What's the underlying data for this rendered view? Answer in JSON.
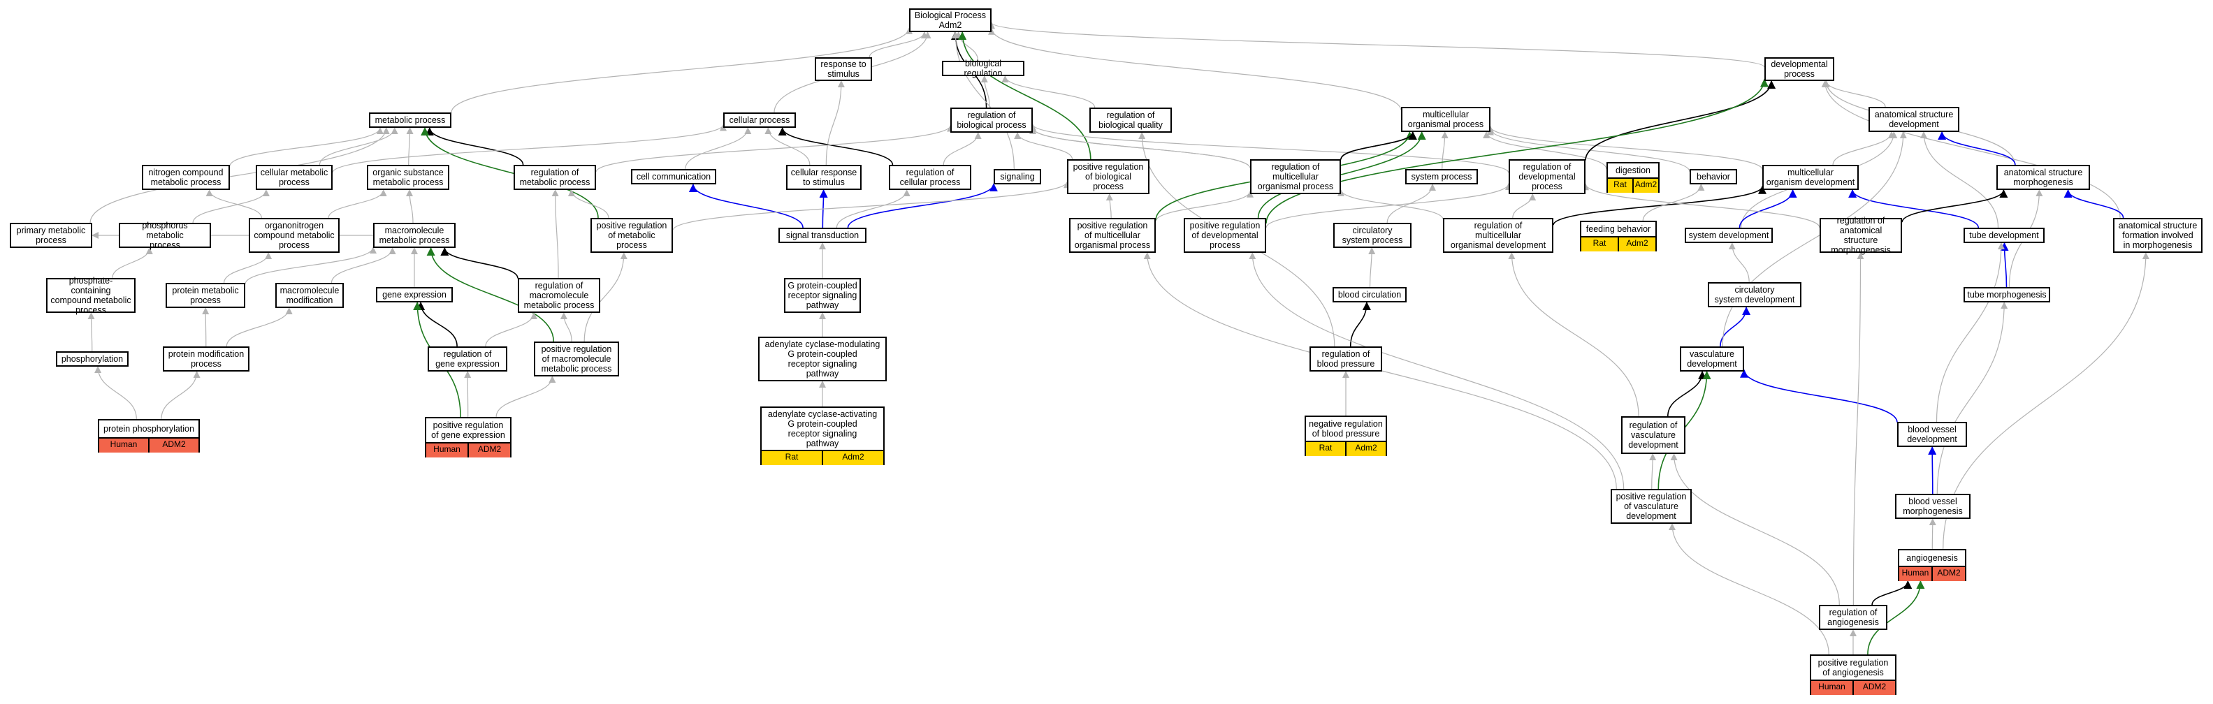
{
  "colors": {
    "grey_edge": "#b3b3b3",
    "black_edge": "#000000",
    "blue_edge": "#0000ee",
    "green_edge": "#1f7a1f",
    "human_fill": "#f2644a",
    "rat_fill": "#ffd700"
  },
  "nodes": {
    "bp": {
      "label": "Biological Process\nAdm2"
    },
    "response_stimulus": {
      "label": "response to\nstimulus"
    },
    "bio_reg": {
      "label": "biological regulation"
    },
    "developmental_process": {
      "label": "developmental\nprocess"
    },
    "metabolic_process": {
      "label": "metabolic process"
    },
    "cellular_process": {
      "label": "cellular process"
    },
    "reg_bio_process": {
      "label": "regulation of\nbiological process"
    },
    "reg_bio_quality": {
      "label": "regulation of\nbiological quality"
    },
    "multicellular_organismal_process": {
      "label": "multicellular\norganismal process"
    },
    "anatomical_structure_development": {
      "label": "anatomical structure\ndevelopment"
    },
    "nitrogen_compound": {
      "label": "nitrogen compound\nmetabolic process"
    },
    "cellular_metabolic": {
      "label": "cellular metabolic\nprocess"
    },
    "organic_substance": {
      "label": "organic substance\nmetabolic process"
    },
    "reg_metabolic": {
      "label": "regulation of\nmetabolic process"
    },
    "cell_communication": {
      "label": "cell communication"
    },
    "cellular_response": {
      "label": "cellular response\nto stimulus"
    },
    "reg_cellular_process": {
      "label": "regulation of\ncellular process"
    },
    "signaling": {
      "label": "signaling"
    },
    "pos_reg_bio_process": {
      "label": "positive regulation\nof biological\nprocess"
    },
    "reg_multicellular": {
      "label": "regulation of\nmulticellular\norganismal process"
    },
    "system_process": {
      "label": "system process"
    },
    "reg_developmental": {
      "label": "regulation of\ndevelopmental\nprocess"
    },
    "digestion": {
      "label": "digestion",
      "annotations": [
        "Rat",
        "Adm2"
      ],
      "fill": "#ffd700"
    },
    "behavior": {
      "label": "behavior"
    },
    "multicellular_organism_development": {
      "label": "multicellular\norganism development"
    },
    "anatomical_structure_morphogenesis": {
      "label": "anatomical structure\nmorphogenesis"
    },
    "primary_metabolic": {
      "label": "primary metabolic\nprocess"
    },
    "phosphorus_metabolic": {
      "label": "phosphorus metabolic\nprocess"
    },
    "organonitrogen": {
      "label": "organonitrogen\ncompound metabolic\nprocess"
    },
    "macromolecule_metabolic": {
      "label": "macromolecule\nmetabolic process"
    },
    "pos_reg_metabolic": {
      "label": "positive regulation\nof metabolic\nprocess"
    },
    "signal_transduction": {
      "label": "signal transduction"
    },
    "pos_reg_multicellular": {
      "label": "positive regulation\nof multicellular\norganismal process"
    },
    "pos_reg_developmental": {
      "label": "positive regulation\nof developmental\nprocess"
    },
    "circulatory_system_process": {
      "label": "circulatory\nsystem process"
    },
    "reg_multicellular_dev": {
      "label": "regulation of\nmulticellular\norganismal development"
    },
    "feeding_behavior": {
      "label": "feeding behavior",
      "annotations": [
        "Rat",
        "Adm2"
      ],
      "fill": "#ffd700"
    },
    "system_development": {
      "label": "system development"
    },
    "reg_anatomical_morphogenesis": {
      "label": "regulation of\nanatomical structure\nmorphogenesis"
    },
    "tube_development": {
      "label": "tube development"
    },
    "formation_morphogenesis": {
      "label": "anatomical structure\nformation involved\nin morphogenesis"
    },
    "phosphate_containing": {
      "label": "phosphate-containing\ncompound metabolic\nprocess"
    },
    "protein_metabolic": {
      "label": "protein metabolic\nprocess"
    },
    "macromolecule_modification": {
      "label": "macromolecule\nmodification"
    },
    "gene_expression": {
      "label": "gene expression"
    },
    "reg_macromolecule_metabolic": {
      "label": "regulation of\nmacromolecule\nmetabolic process"
    },
    "gpcr_pathway": {
      "label": "G protein-coupled\nreceptor signaling\npathway"
    },
    "blood_circulation": {
      "label": "blood circulation"
    },
    "circulatory_system_development": {
      "label": "circulatory\nsystem development"
    },
    "tube_morphogenesis": {
      "label": "tube morphogenesis"
    },
    "phosphorylation": {
      "label": "phosphorylation"
    },
    "protein_modification": {
      "label": "protein modification\nprocess"
    },
    "reg_gene_expression": {
      "label": "regulation of\ngene expression"
    },
    "pos_reg_macromolecule": {
      "label": "positive regulation\nof macromolecule\nmetabolic process"
    },
    "ac_modulating": {
      "label": "adenylate cyclase-modulating\nG protein-coupled\nreceptor signaling\npathway"
    },
    "reg_blood_pressure": {
      "label": "regulation of\nblood pressure"
    },
    "vasculature_development": {
      "label": "vasculature\ndevelopment"
    },
    "protein_phosphorylation": {
      "label": "protein phosphorylation",
      "annotations": [
        "Human",
        "ADM2"
      ],
      "fill": "#f2644a"
    },
    "pos_reg_gene_expression": {
      "label": "positive regulation\nof gene expression",
      "annotations": [
        "Human",
        "ADM2"
      ],
      "fill": "#f2644a"
    },
    "ac_activating": {
      "label": "adenylate cyclase-activating\nG protein-coupled\nreceptor signaling\npathway",
      "annotations": [
        "Rat",
        "Adm2"
      ],
      "fill": "#ffd700"
    },
    "neg_reg_blood_pressure": {
      "label": "negative regulation\nof blood pressure",
      "annotations": [
        "Rat",
        "Adm2"
      ],
      "fill": "#ffd700"
    },
    "reg_vasculature_development": {
      "label": "regulation of\nvasculature\ndevelopment"
    },
    "blood_vessel_development": {
      "label": "blood vessel\ndevelopment"
    },
    "pos_reg_vasculature": {
      "label": "positive regulation\nof vasculature\ndevelopment"
    },
    "blood_vessel_morphogenesis": {
      "label": "blood vessel\nmorphogenesis"
    },
    "angiogenesis": {
      "label": "angiogenesis",
      "annotations": [
        "Human",
        "ADM2"
      ],
      "fill": "#f2644a"
    },
    "reg_angiogenesis": {
      "label": "regulation of\nangiogenesis"
    },
    "pos_reg_angiogenesis": {
      "label": "positive regulation\nof angiogenesis",
      "annotations": [
        "Human",
        "ADM2"
      ],
      "fill": "#f2644a"
    }
  },
  "edges": [
    {
      "from": "response_stimulus",
      "to": "bp",
      "type": "is_a"
    },
    {
      "from": "bio_reg",
      "to": "bp",
      "type": "is_a"
    },
    {
      "from": "developmental_process",
      "to": "bp",
      "type": "is_a"
    },
    {
      "from": "metabolic_process",
      "to": "bp",
      "type": "is_a"
    },
    {
      "from": "cellular_process",
      "to": "bp",
      "type": "is_a"
    },
    {
      "from": "multicellular_organismal_process",
      "to": "bp",
      "type": "is_a"
    },
    {
      "from": "reg_bio_process",
      "to": "bp",
      "type": "regulates"
    },
    {
      "from": "pos_reg_bio_process",
      "to": "bp",
      "type": "positively_regulates"
    },
    {
      "from": "reg_bio_process",
      "to": "bio_reg",
      "type": "is_a"
    },
    {
      "from": "reg_bio_quality",
      "to": "bio_reg",
      "type": "is_a"
    },
    {
      "from": "cellular_response",
      "to": "response_stimulus",
      "type": "is_a"
    },
    {
      "from": "nitrogen_compound",
      "to": "metabolic_process",
      "type": "is_a"
    },
    {
      "from": "cellular_metabolic",
      "to": "metabolic_process",
      "type": "is_a"
    },
    {
      "from": "organic_substance",
      "to": "metabolic_process",
      "type": "is_a"
    },
    {
      "from": "primary_metabolic",
      "to": "metabolic_process",
      "type": "is_a"
    },
    {
      "from": "reg_metabolic",
      "to": "metabolic_process",
      "type": "regulates"
    },
    {
      "from": "pos_reg_metabolic",
      "to": "metabolic_process",
      "type": "positively_regulates"
    },
    {
      "from": "cellular_metabolic",
      "to": "cellular_process",
      "type": "is_a"
    },
    {
      "from": "cell_communication",
      "to": "cellular_process",
      "type": "is_a"
    },
    {
      "from": "cellular_response",
      "to": "cellular_process",
      "type": "is_a"
    },
    {
      "from": "reg_cellular_process",
      "to": "cellular_process",
      "type": "regulates"
    },
    {
      "from": "reg_metabolic",
      "to": "reg_bio_process",
      "type": "is_a"
    },
    {
      "from": "reg_cellular_process",
      "to": "reg_bio_process",
      "type": "is_a"
    },
    {
      "from": "pos_reg_bio_process",
      "to": "reg_bio_process",
      "type": "is_a"
    },
    {
      "from": "reg_multicellular",
      "to": "reg_bio_process",
      "type": "is_a"
    },
    {
      "from": "reg_developmental",
      "to": "reg_bio_process",
      "type": "is_a"
    },
    {
      "from": "reg_blood_pressure",
      "to": "reg_bio_quality",
      "type": "is_a"
    },
    {
      "from": "system_process",
      "to": "multicellular_organismal_process",
      "type": "is_a"
    },
    {
      "from": "behavior",
      "to": "multicellular_organismal_process",
      "type": "is_a"
    },
    {
      "from": "digestion",
      "to": "multicellular_organismal_process",
      "type": "is_a"
    },
    {
      "from": "multicellular_organism_development",
      "to": "multicellular_organismal_process",
      "type": "is_a"
    },
    {
      "from": "reg_multicellular",
      "to": "multicellular_organismal_process",
      "type": "regulates"
    },
    {
      "from": "pos_reg_developmental",
      "to": "multicellular_organismal_process",
      "type": "positively_regulates"
    },
    {
      "from": "anatomical_structure_development",
      "to": "developmental_process",
      "type": "is_a"
    },
    {
      "from": "anatomical_structure_morphogenesis",
      "to": "developmental_process",
      "type": "is_a"
    },
    {
      "from": "formation_morphogenesis",
      "to": "developmental_process",
      "type": "is_a"
    },
    {
      "from": "reg_developmental",
      "to": "developmental_process",
      "type": "regulates"
    },
    {
      "from": "multicellular_organism_development",
      "to": "anatomical_structure_development",
      "type": "is_a"
    },
    {
      "from": "anatomical_structure_morphogenesis",
      "to": "anatomical_structure_development",
      "type": "part_of"
    },
    {
      "from": "tube_development",
      "to": "anatomical_structure_development",
      "type": "is_a"
    },
    {
      "from": "system_development",
      "to": "anatomical_structure_development",
      "type": "is_a"
    },
    {
      "from": "formation_morphogenesis",
      "to": "anatomical_structure_morphogenesis",
      "type": "part_of"
    },
    {
      "from": "tube_morphogenesis",
      "to": "anatomical_structure_morphogenesis",
      "type": "is_a"
    },
    {
      "from": "system_development",
      "to": "multicellular_organism_development",
      "type": "part_of"
    },
    {
      "from": "tube_development",
      "to": "multicellular_organism_development",
      "type": "part_of"
    },
    {
      "from": "reg_multicellular_dev",
      "to": "multicellular_organism_development",
      "type": "regulates"
    },
    {
      "from": "signaling",
      "to": "bp",
      "type": "is_a"
    },
    {
      "from": "signal_transduction",
      "to": "cell_communication",
      "type": "part_of"
    },
    {
      "from": "signal_transduction",
      "to": "cellular_response",
      "type": "part_of"
    },
    {
      "from": "signal_transduction",
      "to": "signaling",
      "type": "part_of"
    },
    {
      "from": "signal_transduction",
      "to": "reg_cellular_process",
      "type": "is_a"
    },
    {
      "from": "reg_multicellular",
      "to": "reg_bio_process",
      "type": "is_a"
    },
    {
      "from": "organonitrogen",
      "to": "nitrogen_compound",
      "type": "is_a"
    },
    {
      "from": "organonitrogen",
      "to": "organic_substance",
      "type": "is_a"
    },
    {
      "from": "macromolecule_metabolic",
      "to": "organic_substance",
      "type": "is_a"
    },
    {
      "from": "macromolecule_metabolic",
      "to": "primary_metabolic",
      "type": "is_a"
    },
    {
      "from": "phosphorus_metabolic",
      "to": "cellular_metabolic",
      "type": "is_a"
    },
    {
      "from": "pos_reg_metabolic",
      "to": "reg_metabolic",
      "type": "is_a"
    },
    {
      "from": "pos_reg_metabolic",
      "to": "pos_reg_bio_process",
      "type": "is_a"
    },
    {
      "from": "reg_macromolecule_metabolic",
      "to": "reg_metabolic",
      "type": "is_a"
    },
    {
      "from": "reg_macromolecule_metabolic",
      "to": "macromolecule_metabolic",
      "type": "regulates"
    },
    {
      "from": "pos_reg_macromolecule",
      "to": "pos_reg_metabolic",
      "type": "is_a"
    },
    {
      "from": "pos_reg_macromolecule",
      "to": "reg_macromolecule_metabolic",
      "type": "is_a"
    },
    {
      "from": "pos_reg_macromolecule",
      "to": "macromolecule_metabolic",
      "type": "positively_regulates"
    },
    {
      "from": "gene_expression",
      "to": "macromolecule_metabolic",
      "type": "is_a"
    },
    {
      "from": "reg_gene_expression",
      "to": "gene_expression",
      "type": "regulates"
    },
    {
      "from": "reg_gene_expression",
      "to": "reg_macromolecule_metabolic",
      "type": "is_a"
    },
    {
      "from": "pos_reg_gene_expression",
      "to": "gene_expression",
      "type": "positively_regulates"
    },
    {
      "from": "pos_reg_gene_expression",
      "to": "reg_gene_expression",
      "type": "is_a"
    },
    {
      "from": "pos_reg_gene_expression",
      "to": "pos_reg_macromolecule",
      "type": "is_a"
    },
    {
      "from": "phosphate_containing",
      "to": "phosphorus_metabolic",
      "type": "is_a"
    },
    {
      "from": "protein_metabolic",
      "to": "organonitrogen",
      "type": "is_a"
    },
    {
      "from": "protein_metabolic",
      "to": "macromolecule_metabolic",
      "type": "is_a"
    },
    {
      "from": "macromolecule_modification",
      "to": "macromolecule_metabolic",
      "type": "is_a"
    },
    {
      "from": "protein_modification",
      "to": "protein_metabolic",
      "type": "is_a"
    },
    {
      "from": "protein_modification",
      "to": "macromolecule_modification",
      "type": "is_a"
    },
    {
      "from": "phosphorylation",
      "to": "phosphate_containing",
      "type": "is_a"
    },
    {
      "from": "protein_phosphorylation",
      "to": "phosphorylation",
      "type": "is_a"
    },
    {
      "from": "protein_phosphorylation",
      "to": "protein_modification",
      "type": "is_a"
    },
    {
      "from": "gpcr_pathway",
      "to": "signal_transduction",
      "type": "is_a"
    },
    {
      "from": "ac_modulating",
      "to": "gpcr_pathway",
      "type": "is_a"
    },
    {
      "from": "ac_activating",
      "to": "ac_modulating",
      "type": "is_a"
    },
    {
      "from": "pos_reg_multicellular",
      "to": "pos_reg_bio_process",
      "type": "is_a"
    },
    {
      "from": "pos_reg_multicellular",
      "to": "reg_multicellular",
      "type": "is_a"
    },
    {
      "from": "pos_reg_multicellular",
      "to": "multicellular_organismal_process",
      "type": "positively_regulates"
    },
    {
      "from": "pos_reg_developmental",
      "to": "reg_developmental",
      "type": "is_a"
    },
    {
      "from": "pos_reg_developmental",
      "to": "developmental_process",
      "type": "positively_regulates"
    },
    {
      "from": "circulatory_system_process",
      "to": "system_process",
      "type": "is_a"
    },
    {
      "from": "blood_circulation",
      "to": "circulatory_system_process",
      "type": "is_a"
    },
    {
      "from": "reg_blood_pressure",
      "to": "blood_circulation",
      "type": "regulates"
    },
    {
      "from": "neg_reg_blood_pressure",
      "to": "reg_blood_pressure",
      "type": "is_a"
    },
    {
      "from": "reg_multicellular_dev",
      "to": "reg_multicellular",
      "type": "is_a"
    },
    {
      "from": "reg_multicellular_dev",
      "to": "reg_developmental",
      "type": "is_a"
    },
    {
      "from": "reg_multicellular",
      "to": "multicellular_organismal_process",
      "type": "regulates"
    },
    {
      "from": "feeding_behavior",
      "to": "behavior",
      "type": "is_a"
    },
    {
      "from": "reg_anatomical_morphogenesis",
      "to": "anatomical_structure_morphogenesis",
      "type": "regulates"
    },
    {
      "from": "reg_anatomical_morphogenesis",
      "to": "reg_developmental",
      "type": "is_a"
    },
    {
      "from": "circulatory_system_development",
      "to": "system_development",
      "type": "is_a"
    },
    {
      "from": "vasculature_development",
      "to": "circulatory_system_development",
      "type": "part_of"
    },
    {
      "from": "vasculature_development",
      "to": "anatomical_structure_development",
      "type": "is_a"
    },
    {
      "from": "tube_morphogenesis",
      "to": "tube_development",
      "type": "part_of"
    },
    {
      "from": "reg_vasculature_development",
      "to": "vasculature_development",
      "type": "regulates"
    },
    {
      "from": "reg_vasculature_development",
      "to": "reg_multicellular_dev",
      "type": "is_a"
    },
    {
      "from": "pos_reg_vasculature",
      "to": "vasculature_development",
      "type": "positively_regulates"
    },
    {
      "from": "pos_reg_vasculature",
      "to": "reg_vasculature_development",
      "type": "is_a"
    },
    {
      "from": "pos_reg_vasculature",
      "to": "pos_reg_multicellular",
      "type": "is_a"
    },
    {
      "from": "pos_reg_vasculature",
      "to": "pos_reg_developmental",
      "type": "is_a"
    },
    {
      "from": "blood_vessel_development",
      "to": "vasculature_development",
      "type": "part_of"
    },
    {
      "from": "blood_vessel_development",
      "to": "tube_development",
      "type": "is_a"
    },
    {
      "from": "blood_vessel_morphogenesis",
      "to": "blood_vessel_development",
      "type": "part_of"
    },
    {
      "from": "blood_vessel_morphogenesis",
      "to": "tube_morphogenesis",
      "type": "is_a"
    },
    {
      "from": "angiogenesis",
      "to": "blood_vessel_morphogenesis",
      "type": "is_a"
    },
    {
      "from": "angiogenesis",
      "to": "formation_morphogenesis",
      "type": "is_a"
    },
    {
      "from": "reg_angiogenesis",
      "to": "angiogenesis",
      "type": "regulates"
    },
    {
      "from": "reg_angiogenesis",
      "to": "reg_anatomical_morphogenesis",
      "type": "is_a"
    },
    {
      "from": "reg_angiogenesis",
      "to": "reg_vasculature_development",
      "type": "is_a"
    },
    {
      "from": "pos_reg_angiogenesis",
      "to": "angiogenesis",
      "type": "positively_regulates"
    },
    {
      "from": "pos_reg_angiogenesis",
      "to": "reg_angiogenesis",
      "type": "is_a"
    },
    {
      "from": "pos_reg_angiogenesis",
      "to": "pos_reg_vasculature",
      "type": "is_a"
    }
  ]
}
